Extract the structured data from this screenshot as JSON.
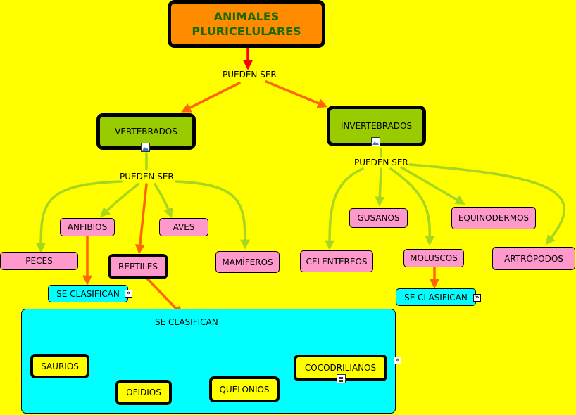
{
  "nodes": {
    "animales": "ANIMALES\nPLURICELULARES",
    "pueden_ser_1": "PUEDEN SER",
    "vertebrados": "VERTEBRADOS",
    "invertebrados": "INVERTEBRADOS",
    "pueden_ser_2": "PUEDEN SER",
    "pueden_ser_3": "PUEDEN SER",
    "anfibios": "ANFIBIOS",
    "aves": "AVES",
    "peces": "PECES",
    "reptiles": "REPTILES",
    "mamiferos": "MAMÍFEROS",
    "se_clasifican_1": "SE CLASIFICAN",
    "se_clasifican_2": "SE CLASIFICAN",
    "saurios": "SAURIOS",
    "ofidios": "OFIDIOS",
    "quelonios": "QUELONIOS",
    "cocodrilianos": "COCODRILIANOS",
    "gusanos": "GUSANOS",
    "equinodermos": "EQUINODERMOS",
    "celentereos": "CELENTÉREOS",
    "moluscos": "MOLUSCOS",
    "artropodos": "ARTRÓPODOS",
    "se_clasifican_3": "SE CLASIFICAN"
  },
  "icons": {
    "expand": "»",
    "collapse": "«"
  },
  "colors": {
    "background": "#ffff00",
    "main_node": "#ff8c00",
    "main_text": "#1a6a00",
    "green_node": "#99cc00",
    "pink_node": "#ff99cc",
    "cyan_node": "#00ffff",
    "orange_link": "#ff6600",
    "green_link": "#a6d61e",
    "red_link": "#ff0000"
  }
}
